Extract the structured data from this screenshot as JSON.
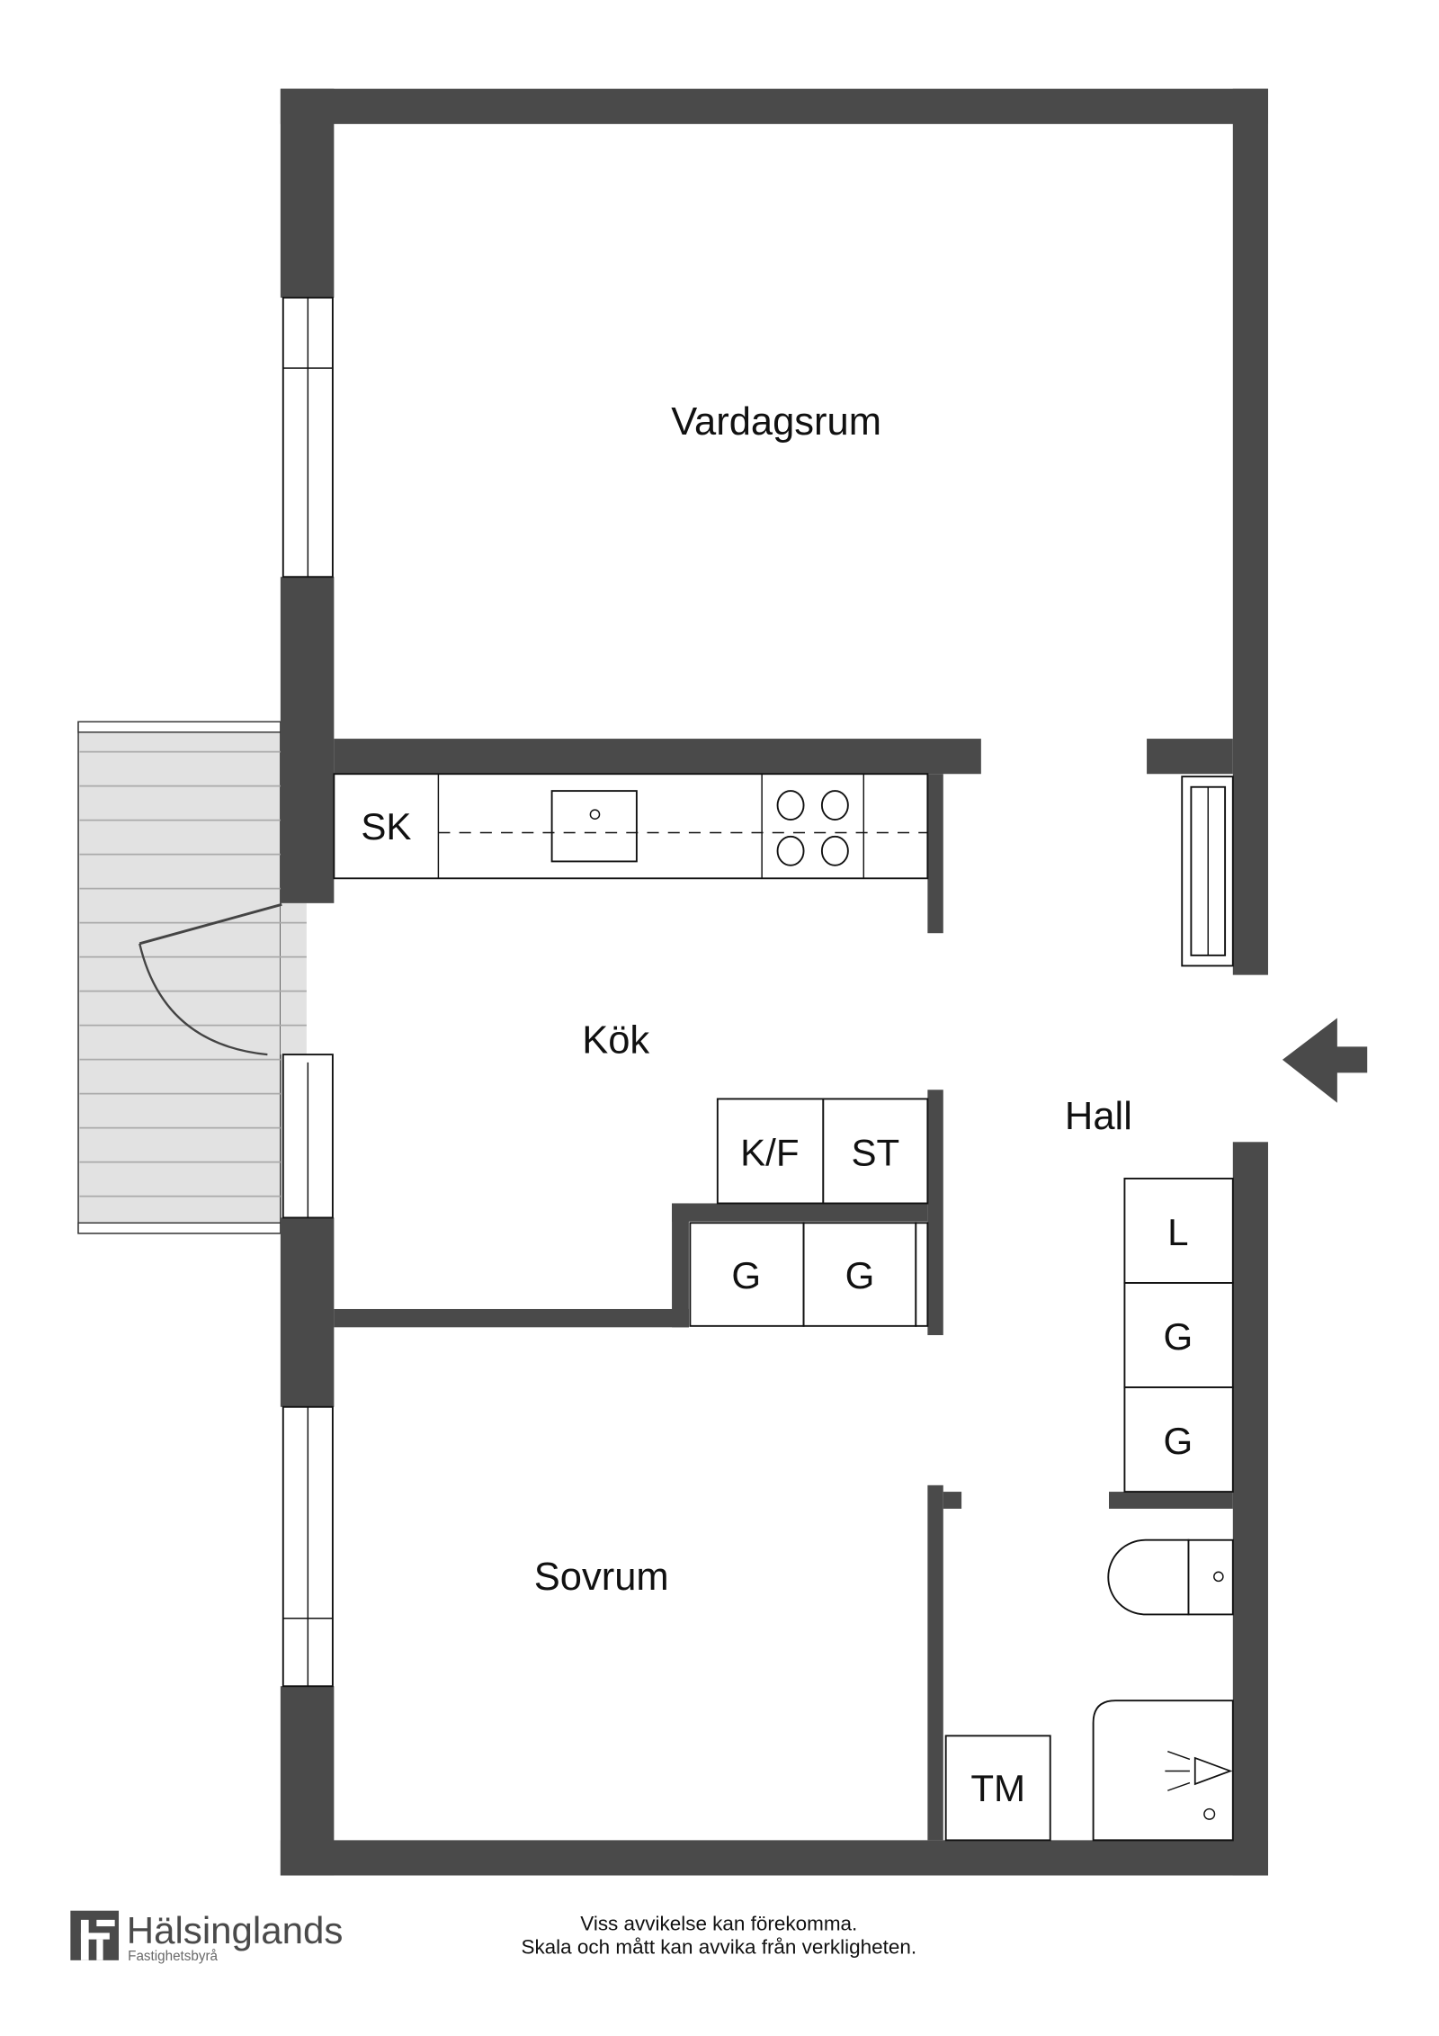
{
  "rooms": {
    "living_room": "Vardagsrum",
    "kitchen": "Kök",
    "hall": "Hall",
    "bedroom": "Sovrum"
  },
  "fixtures": {
    "sk": "SK",
    "kf": "K/F",
    "st": "ST",
    "g1": "G",
    "g2": "G",
    "l": "L",
    "g3": "G",
    "g4": "G",
    "tm": "TM"
  },
  "logo": {
    "name": "Hälsinglands",
    "subtitle": "Fastighetsbyrå"
  },
  "disclaimer": {
    "line1": "Viss avvikelse kan förekomma.",
    "line2": "Skala och mått kan avvika från verkligheten."
  },
  "colors": {
    "wall": "#4a4a4a",
    "balcony": "#e2e2e2"
  }
}
